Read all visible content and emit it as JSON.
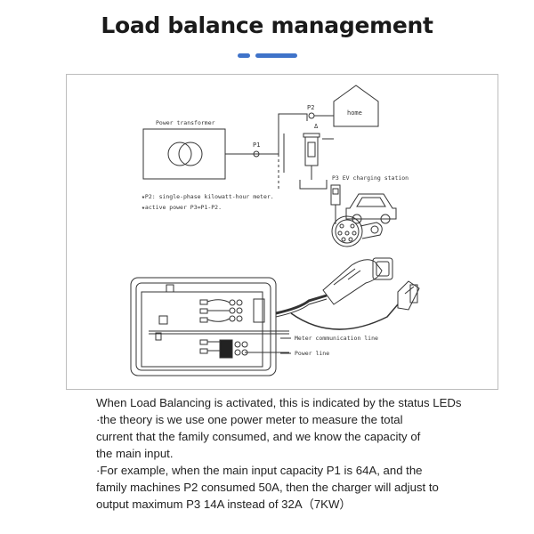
{
  "page": {
    "title": "Load balance management",
    "accent_color": "#3f73c9"
  },
  "diagram": {
    "power_transformer": "Power transformer",
    "p1": "P1",
    "p2": "P2",
    "home": "home",
    "p3_station": "P3 EV charging station",
    "note_1": "★P2: single-phase kilowatt-hour meter.",
    "note_2": "★active power P3=P1-P2.",
    "meter_line": "Meter communication line",
    "power_line": "Power line"
  },
  "description": {
    "lines": [
      "When Load Balancing is activated, this is indicated by the status LEDs",
      "·the theory is we use one power meter to measure the total",
      "current that the family consumed, and we know the capacity of",
      "the main input.",
      "·For example, when the main input capacity P1 is 64A, and the",
      "family machines P2 consumed 50A, then the charger will adjust to",
      "output maximum P3 14A instead of 32A（7KW）"
    ]
  }
}
